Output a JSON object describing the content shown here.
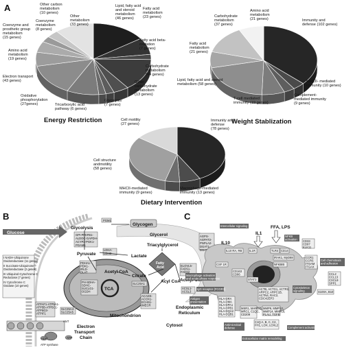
{
  "panels": {
    "a": "A",
    "b": "B",
    "c": "C"
  },
  "chart_data": [
    {
      "type": "pie",
      "title": "Energy Restriction",
      "labels": [
        "Lipid, fatty acid and steroid metabolism (46 genes)",
        "Fatty acid metabolism (23 genes)",
        "Fatty acid beta-oxidation (7 genes)",
        "Carbohydrate metabolism (44 genes)",
        "Other carbohydrate metabolism (13 genes)",
        "Glycolysis (7 genes)",
        "Tricarboxylic acid pathway (6 genes)",
        "Oxidative phosphorylation (27genes)",
        "Electron transport (43 genes)",
        "Amino acid metabolism (19 genes)",
        "Coenzyme and prosthetic group metabolism (15 genes)",
        "Coenzyme metabolism (8 genes)",
        "Other carbon metabolism (10 genes)",
        "Other metabolism (33 genes)"
      ],
      "values": [
        46,
        23,
        7,
        44,
        13,
        7,
        6,
        27,
        43,
        19,
        15,
        8,
        10,
        33
      ],
      "colors": [
        "#1e1e1e",
        "#343434",
        "#474747",
        "#3c3c3c",
        "#4f4f4f",
        "#5c5c5c",
        "#6a6a6a",
        "#7c7c7c",
        "#8c8c8c",
        "#9c9c9c",
        "#ababab",
        "#9a9a9a",
        "#c6c6c6",
        "#e3e3e3"
      ]
    },
    {
      "type": "pie",
      "title": "Weight Stablization",
      "labels": [
        "Immunity and defense (102 genes)",
        "MHCII- mediated immunity (10 genes)",
        "Complement- mediated immunity (9 genes)",
        "T-cell mediated immunity (19 genes)",
        "Lipid, fatty acid and steroid metabolism (58 genes)",
        "Fatty acid metabolism (21 genes)",
        "Carbohydrate metabolism (37 genes)",
        "Amino acid metabolism (21 genes)"
      ],
      "values": [
        102,
        10,
        9,
        19,
        58,
        21,
        37,
        21
      ],
      "colors": [
        "#262626",
        "#4a4a4a",
        "#5e5e5e",
        "#7c7c7c",
        "#8e8e8e",
        "#a6a6a6",
        "#c2c2c2",
        "#f2f2f2"
      ]
    },
    {
      "type": "pie",
      "title": "Dietary Intervention",
      "labels": [
        "Immunity and defense (78 genes)",
        "Macrophage-mediated immunity (13 genes)",
        "MHCII-mediated immunity (9 genes)",
        "Cell structure andmotility (58 genes)",
        "Cell motility (27 genes)"
      ],
      "values": [
        78,
        13,
        9,
        58,
        27
      ],
      "colors": [
        "#262626",
        "#4c4c4c",
        "#6c6c6c",
        "#a0a0a0",
        "#d9d9d9"
      ]
    }
  ],
  "pathway": {
    "glucose": "Glucose",
    "glycolysis": "Glycolysis",
    "glycogen": "Glycogen",
    "glycerol": "Glycerol",
    "triacylglycerol": "Triacylglycerol",
    "pyruvate": "Pyruvate",
    "lactate": "Lactate",
    "acetyl_coa": "Acetyl CoA",
    "citrate": "Citrate",
    "fatty_acid": "Fatty Acid",
    "tca": "TCA",
    "acyl_coa": "Acyl CoA",
    "mitochondrion": "Mitochondrion",
    "er": "Endoplasmic Reticulum",
    "cytosol": "Cytosol",
    "etc": "Electron Transport Chain",
    "pgm1": "PGM1",
    "gpi": "GPI-PFKFB1-ALDOC-GAPDH-ACYP2-PGK1-PGAM1",
    "ldha": "LDHA-LDHD",
    "mpc": "MPC",
    "mpc1": "MPC",
    "pdha": "PDHA1-PDK1-IRLD-DLAT",
    "ph": "PH-SDHA-SDHC-SUCLG1-OGDH",
    "slc25a1": "SLC25A1",
    "slc27": "SLC27A1",
    "acad": "ACADS-ACOX1-ECHS1-IMECR",
    "agpat": "AGPAT-AGPAT2-PNPLA2-DGAT1-DGAT2",
    "elovl": "ELOVL5-FADS1-FADS2",
    "acsl": "ACSL1-ACSL3",
    "scd": "SCD",
    "etc_note1": "NADH-Ubiquinone Oxidoreductase (11 genes)",
    "etc_note2": "Succinate-Ubiquinone Oxidoreductase (2 genes)",
    "etc_note3": "Ubiquinol-Cytochrome C Reductase (7 genes)",
    "etc_note4": "Cytochrome C Oxidase (10 genes)",
    "atpase": "ATPAF1-ATP5A1-ATP5B-ATP5C1-ATP5G3-ATPIF1",
    "atp_synthase": "ATP synthase",
    "slc25a": "SLC25A4-SLC25A5",
    "adp": "ADP",
    "atp": "ATP",
    "ant": "ANT",
    "pc": "PC"
  },
  "immune": {
    "il1": "IL1",
    "ffa": "FFA, LPS",
    "il10": "IL10",
    "il10ra": "IL10 RA, RB",
    "il1r": "IL1R",
    "tlr4": "TLR4",
    "cd14": "CD14",
    "intercell": "Intercellular signaling",
    "nfkb_act": "NFKB activation",
    "irak1": "IRAK1, MyD88",
    "nfkbb": "NFKBIB",
    "csf1r": "CSF 1R",
    "cd163": "CD163 CD86",
    "stat3": "STAT3",
    "actb": "ACTB, ACTG1, ACTR2, ARPC2, ARPC1B, ACTN4, RAC2, CDC42EP3",
    "cytoskel": "Cytoskeleton signaling",
    "macro_act": "Macrophage activation and acute phase response",
    "igf": "IgG receptor (FCGR3)",
    "hla": "HLA-DRA, HLA-DMA, HLA-DPA1, HLA-DPB1, HLA-DQA2, HLA-DQB1",
    "antigen": "Antigen presentation",
    "mrc1": "MSR1, MARCO, MRC1, C1QC, CD209",
    "antimicrobial": "Antimicrobial defense",
    "mmp": "MMP9, MMP12, MMP14, PLAU, TGFB",
    "ecm": "Extracellular matrix remodeling",
    "c1": "C1Q A, B, C, C2, FH1, LOX, LOXL2",
    "complement": "Complement activation",
    "cd22": "CD22 CD81 KLK11",
    "cd36": "CCR1 CCR5 ITGAM ITGAX",
    "celladh": "Cell chemotaxis and adhesion",
    "ccl2": "CCL2 CCL13 CXCL9 SPP1",
    "s100": "S100A, B10",
    "ccr": "CCR1"
  }
}
